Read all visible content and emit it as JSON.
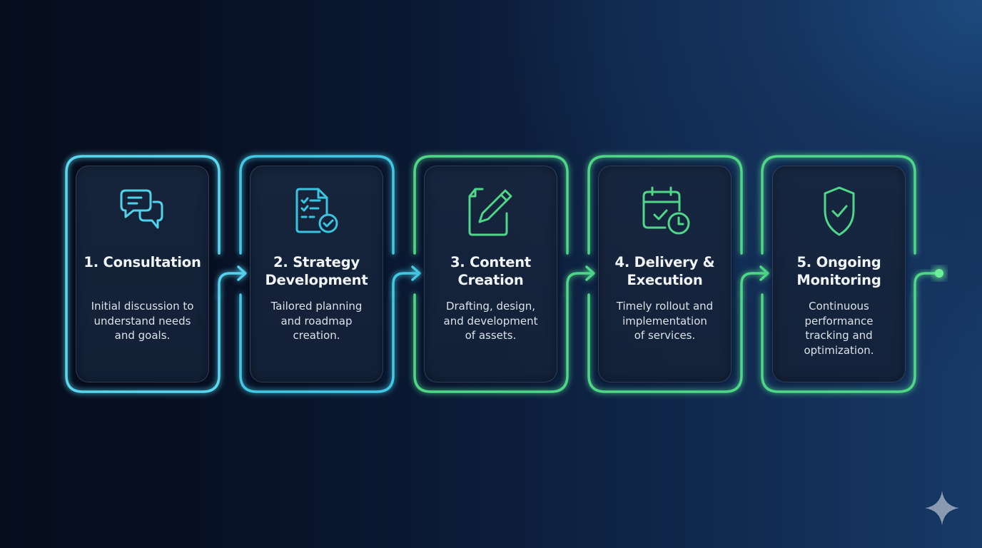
{
  "diagram": {
    "type": "process-flow",
    "colors": {
      "cyan": "#4fd3ea",
      "teal": "#3cc3de",
      "green": "#4fd98a",
      "card_bg": "#17243b",
      "title_text": "#f2f5f9",
      "desc_text": "#dbe2ea"
    },
    "steps": [
      {
        "number": "1",
        "title_line1": "1. Consultation",
        "title_line2": "",
        "desc_line1": "Initial discussion to",
        "desc_line2": "understand needs",
        "desc_line3": "and goals.",
        "desc_line4": "",
        "icon": "chat-bubbles-icon"
      },
      {
        "number": "2",
        "title_line1": "2. Strategy",
        "title_line2": "Development",
        "desc_line1": "Tailored planning",
        "desc_line2": "and roadmap",
        "desc_line3": "creation.",
        "desc_line4": "",
        "icon": "checklist-document-icon"
      },
      {
        "number": "3",
        "title_line1": "3. Content",
        "title_line2": "Creation",
        "desc_line1": "Drafting, design,",
        "desc_line2": "and development",
        "desc_line3": "of assets.",
        "desc_line4": "",
        "icon": "edit-document-icon"
      },
      {
        "number": "4",
        "title_line1": "4. Delivery &",
        "title_line2": "Execution",
        "desc_line1": "Timely rollout and",
        "desc_line2": "implementation",
        "desc_line3": "of services.",
        "desc_line4": "",
        "icon": "calendar-clock-icon"
      },
      {
        "number": "5",
        "title_line1": "5. Ongoing",
        "title_line2": "Monitoring",
        "desc_line1": "Continuous",
        "desc_line2": "performance",
        "desc_line3": "tracking and",
        "desc_line4": "optimization.",
        "icon": "shield-check-icon"
      }
    ],
    "connectors": [
      "arrow-right",
      "arrow-right",
      "arrow-right",
      "arrow-right",
      "end-dot"
    ]
  },
  "watermark": {
    "icon": "sparkle-icon"
  }
}
